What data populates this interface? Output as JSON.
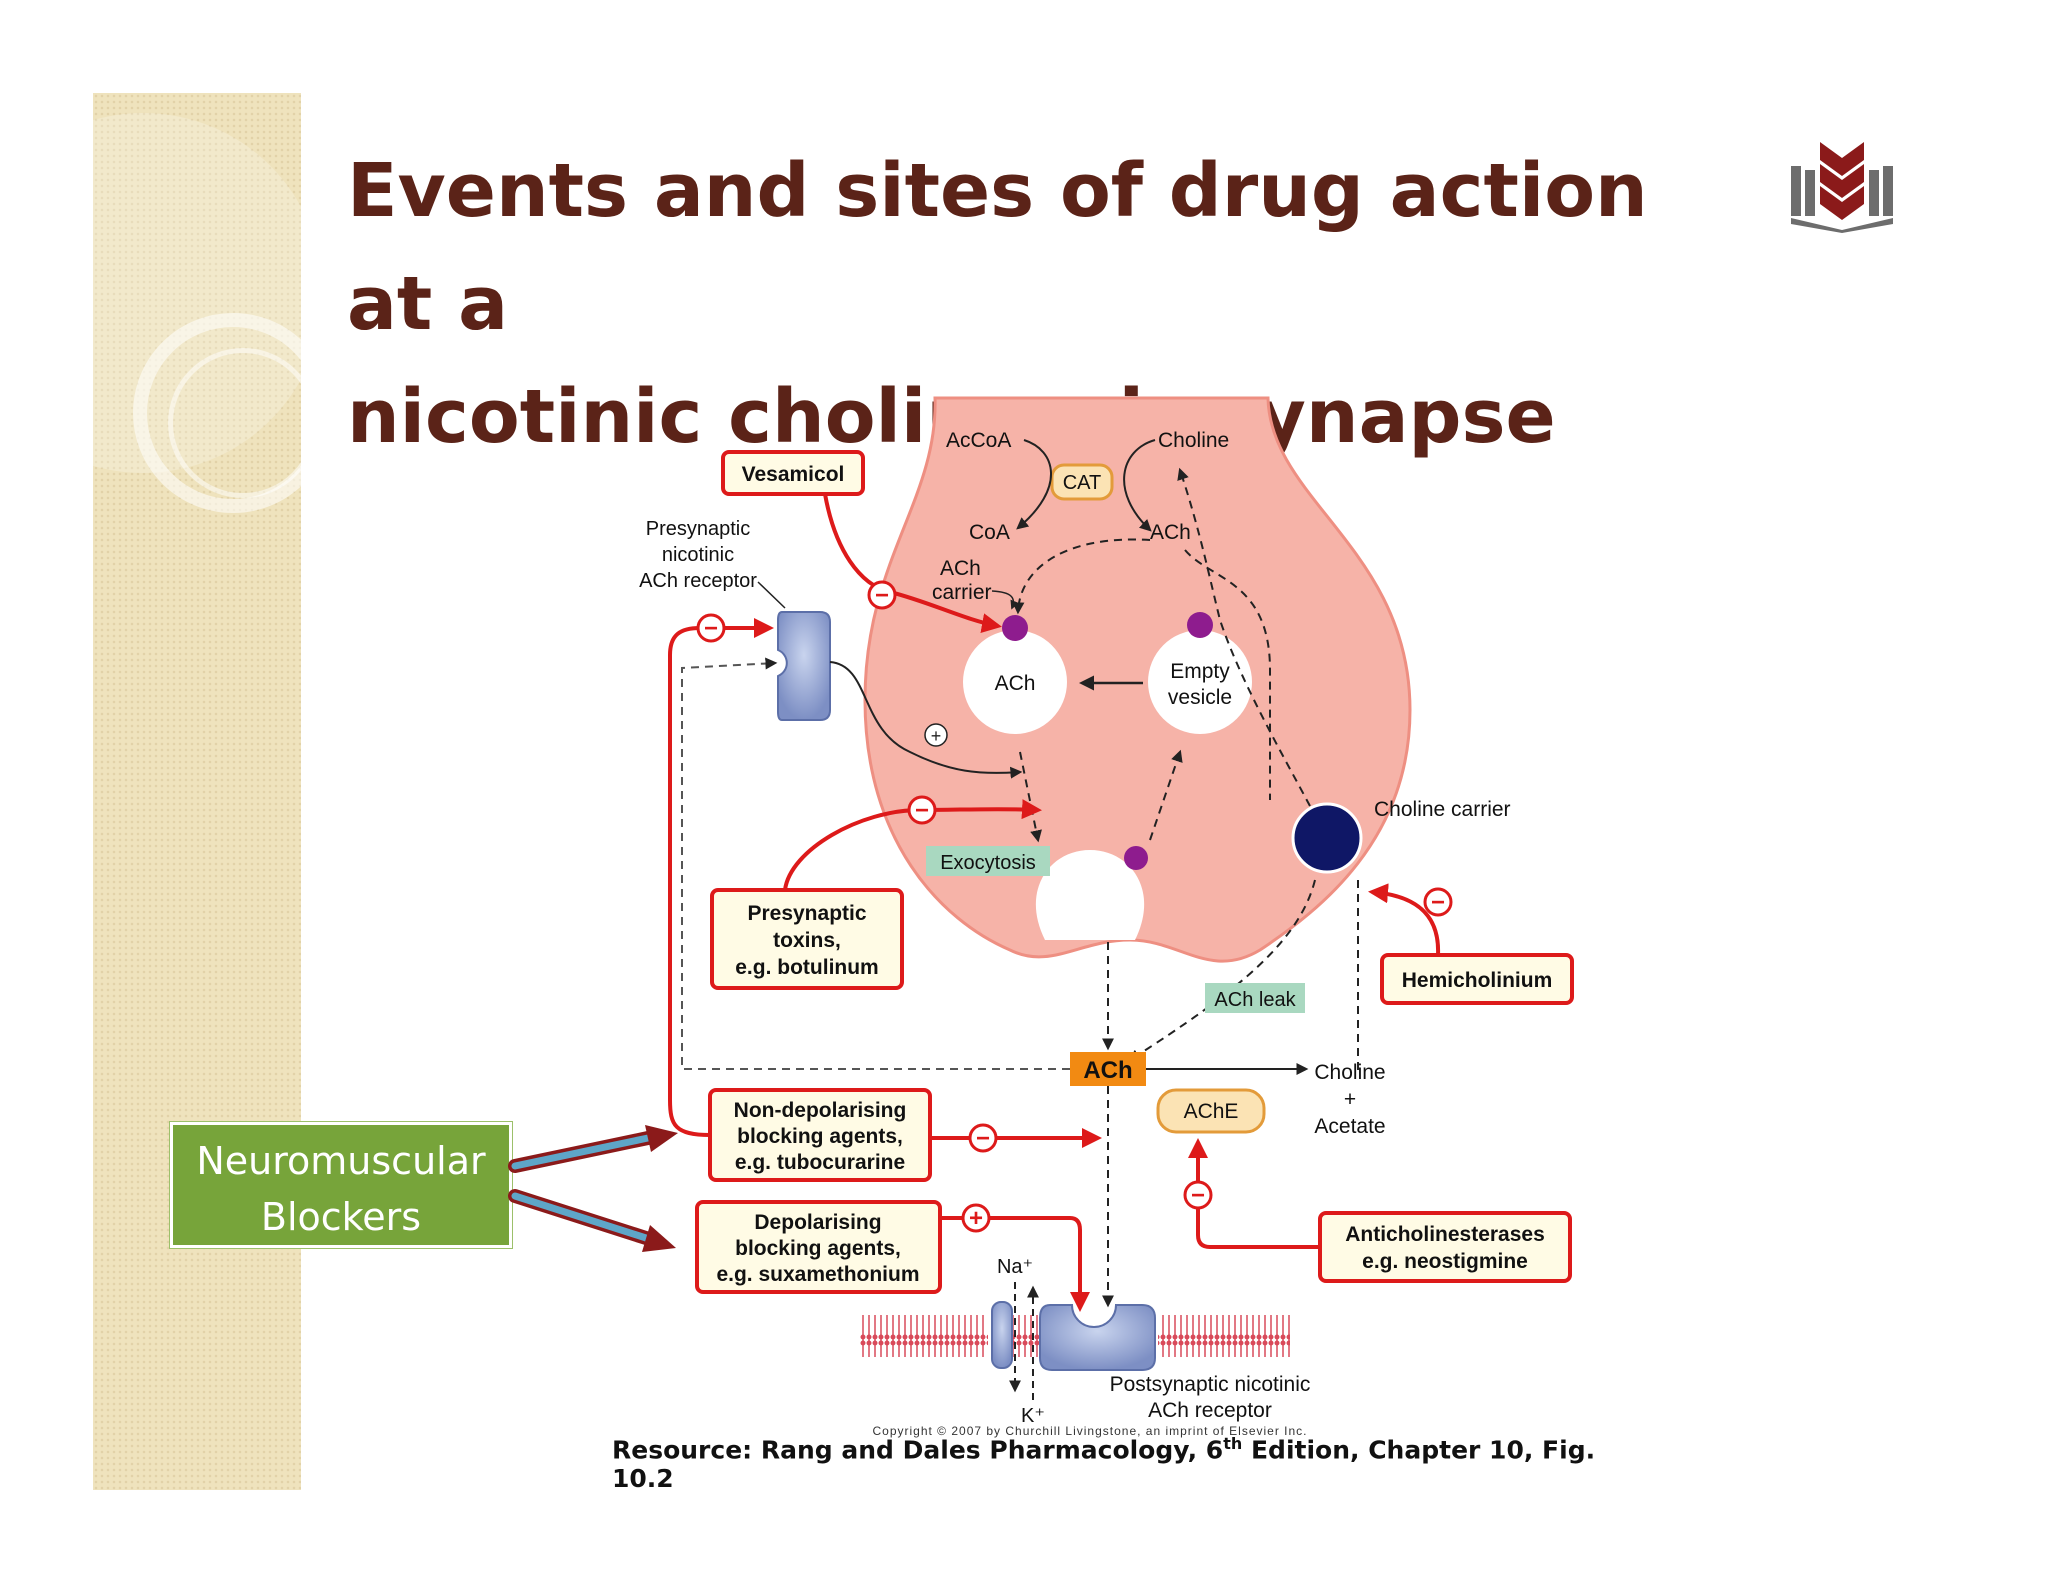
{
  "slide": {
    "title_line1": "Events and sites of drug action at a",
    "title_line2": "nicotinic cholinergic synapse",
    "callout": {
      "line1": "Neuromuscular",
      "line2": "Blockers"
    },
    "caption": {
      "prefix": "Resource: Rang and Dales Pharmacology, 6",
      "sup": "th",
      "suffix": " Edition, Chapter 10, Fig. 10.2"
    },
    "copyright": "Copyright © 2007 by Churchill Livingstone, an imprint of Elsevier Inc."
  },
  "diagram": {
    "acCoA": "AcCoA",
    "choline_top": "Choline",
    "cat": "CAT",
    "coa": "CoA",
    "ach_top": "ACh",
    "ach_carrier_1": "ACh",
    "ach_carrier_2": "carrier",
    "presyn_receptor_1": "Presynaptic",
    "presyn_receptor_2": "nicotinic",
    "presyn_receptor_3": "ACh receptor",
    "vesamicol": "Vesamicol",
    "vesicle_ach": "ACh",
    "empty_vesicle_1": "Empty",
    "empty_vesicle_2": "vesicle",
    "choline_carrier": "Choline carrier",
    "exocytosis": "Exocytosis",
    "toxins_1": "Presynaptic",
    "toxins_2": "toxins,",
    "toxins_3": "e.g. botulinum",
    "hemicholinium": "Hemicholinium",
    "ach_leak": "ACh leak",
    "ach_cleft": "ACh",
    "ache": "AChE",
    "choline_acetate_1": "Choline",
    "choline_acetate_2": "+",
    "choline_acetate_3": "Acetate",
    "nondepol_1": "Non-depolarising",
    "nondepol_2": "blocking agents,",
    "nondepol_3": "e.g. tubocurarine",
    "depol_1": "Depolarising",
    "depol_2": "blocking agents,",
    "depol_3": "e.g. suxamethonium",
    "anticholin_1": "Anticholinesterases",
    "anticholin_2": "e.g. neostigmine",
    "na": "Na⁺",
    "k": "K⁺",
    "postsyn_1": "Postsynaptic nicotinic",
    "postsyn_2": "ACh receptor",
    "minus": "−",
    "plus": "+"
  },
  "colors": {
    "title": "#5b2318",
    "terminal": "#f6b3a8",
    "inhibitor_red": "#dd1a1a",
    "callout_green": "#77a43a",
    "label_teal": "#a9d8c0",
    "ach_orange": "#f28a12"
  },
  "icons": {
    "logo": "book-logo-icon"
  }
}
